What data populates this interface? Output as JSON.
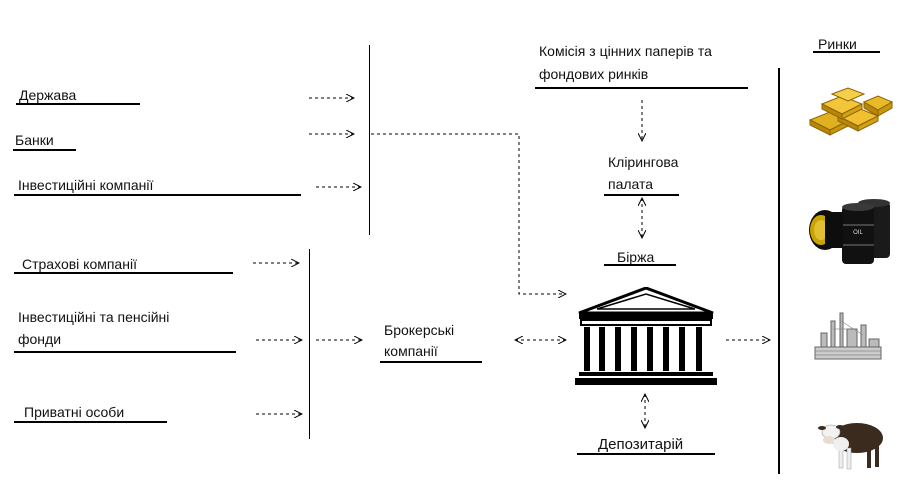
{
  "left_group_1": {
    "state": "Держава",
    "banks": "Банки",
    "investment_companies": "Інвестиційні компанії"
  },
  "left_group_2": {
    "insurance_companies": "Страхові компанії",
    "funds_line1": "Інвестиційні та пенсійні",
    "funds_line2": "фонди",
    "individuals": "Приватні особи"
  },
  "center": {
    "brokers_line1": "Брокерські",
    "brokers_line2": "компанії",
    "commission_line1": "Комісія з цінних паперів та",
    "commission_line2": "фондових ринків",
    "clearing_line1": "Клірингова",
    "clearing_line2": "палата",
    "exchange": "Біржа",
    "depository": "Депозитарій"
  },
  "markets": {
    "title": "Ринки",
    "icons": [
      "gold-bars-icon",
      "oil-barrels-icon",
      "industrial-plant-icon",
      "cattle-icon"
    ],
    "oil_label": "OIL"
  },
  "colors": {
    "line": "#000000",
    "gold": "#d4a017",
    "barrel": "#1a1a1a"
  }
}
